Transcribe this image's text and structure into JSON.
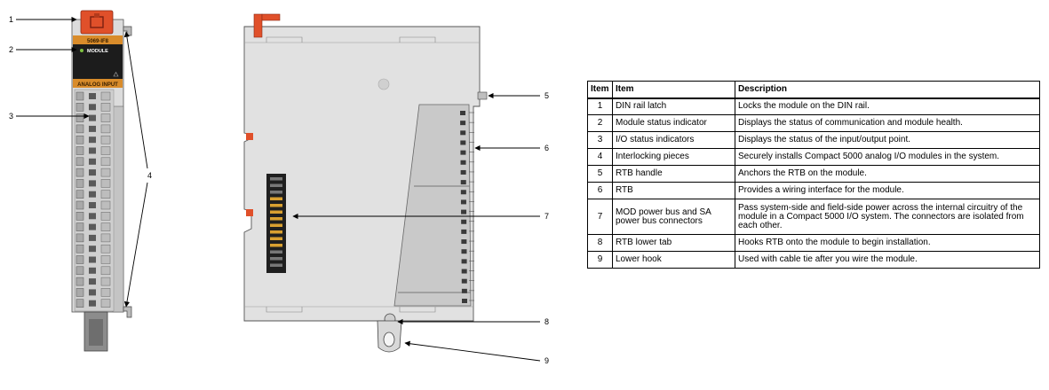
{
  "module": {
    "catalog_label": "5069-IF8",
    "status_label": "MODULE",
    "type_label": "ANALOG INPUT"
  },
  "callouts": [
    "1",
    "2",
    "3",
    "4",
    "5",
    "6",
    "7",
    "8",
    "9"
  ],
  "colors": {
    "latch": "#e0502a",
    "label_band": "#d98c2b",
    "module_body": "#d9d9d9",
    "status_led": "#7fc241"
  },
  "table": {
    "headers": [
      "Item",
      "Item",
      "Description"
    ],
    "rows": [
      {
        "num": "1",
        "item": "DIN rail latch",
        "desc": "Locks the module on the DIN rail."
      },
      {
        "num": "2",
        "item": "Module status indicator",
        "desc": "Displays the status of communication and module health."
      },
      {
        "num": "3",
        "item": "I/O status indicators",
        "desc": "Displays the status of the input/output point."
      },
      {
        "num": "4",
        "item": "Interlocking pieces",
        "desc": "Securely installs Compact 5000 analog I/O modules in the system."
      },
      {
        "num": "5",
        "item": "RTB handle",
        "desc": "Anchors the RTB on the module."
      },
      {
        "num": "6",
        "item": "RTB",
        "desc": "Provides a wiring interface for the module."
      },
      {
        "num": "7",
        "item": "MOD power bus and SA power bus connectors",
        "desc": "Pass system-side and field-side power across the internal circuitry of the module in a Compact 5000 I/O system. The connectors are isolated from each other."
      },
      {
        "num": "8",
        "item": "RTB lower tab",
        "desc": "Hooks RTB onto the module to begin installation."
      },
      {
        "num": "9",
        "item": "Lower hook",
        "desc": "Used with cable tie after you wire the module."
      }
    ]
  }
}
